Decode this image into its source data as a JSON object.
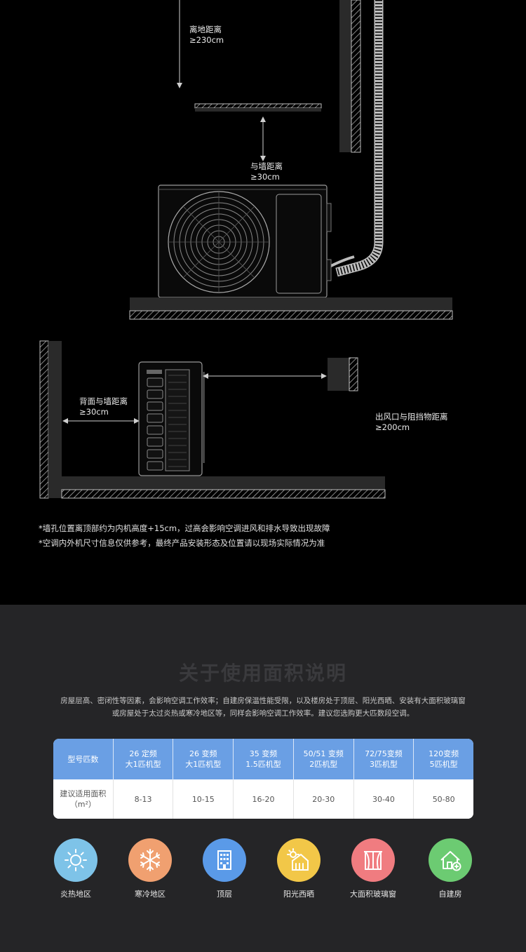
{
  "diagram": {
    "height_limit_label": "离地距离",
    "height_limit_value": "≥230cm",
    "wall_gap_label": "与墙距离",
    "wall_gap_value": "≥30cm",
    "back_gap_label": "背面与墙距离",
    "back_gap_value": "≥30cm",
    "outlet_gap_label": "出风口与阻挡物距离",
    "outlet_gap_value": "≥200cm"
  },
  "notes": [
    "*墙孔位置离顶部约为内机高度+15cm，过高会影响空调进风和排水导致出现故障",
    "*空调内外机尺寸信息仅供参考，最终产品安装形态及位置请以现场实际情况为准"
  ],
  "area_section": {
    "title": "关于使用面积说明",
    "paragraph_line1": "房屋层高、密闭性等因素，会影响空调工作效率；自建房保温性能受限，以及楼房处于顶层、阳光西晒、安装有大面积玻璃窗",
    "paragraph_line2": "或房屋处于太过炎热或寒冷地区等，同样会影响空调工作效率。建议您选购更大匹数段空调。",
    "table": {
      "header_label": "型号匹数",
      "columns": [
        {
          "line1": "26 定频",
          "line2": "大1匹机型"
        },
        {
          "line1": "26 变频",
          "line2": "大1匹机型"
        },
        {
          "line1": "35 变频",
          "line2": "1.5匹机型"
        },
        {
          "line1": "50/51 变频",
          "line2": "2匹机型"
        },
        {
          "line1": "72/75变频",
          "line2": "3匹机型"
        },
        {
          "line1": "120变频",
          "line2": "5匹机型"
        }
      ],
      "row_label_line1": "建议适用面积",
      "row_label_line2": "（m²）",
      "values": [
        "8-13",
        "10-15",
        "16-20",
        "20-30",
        "30-40",
        "50-80"
      ]
    },
    "icons": [
      {
        "label": "炎热地区",
        "color": "#7ec3e8",
        "icon": "sun-icon"
      },
      {
        "label": "寒冷地区",
        "color": "#f0a070",
        "icon": "snowflake-icon"
      },
      {
        "label": "顶层",
        "color": "#5a9ae8",
        "icon": "building-icon"
      },
      {
        "label": "阳光西晒",
        "color": "#f2c748",
        "icon": "sun-house-icon"
      },
      {
        "label": "大面积玻璃窗",
        "color": "#f07c80",
        "icon": "window-curtain-icon"
      },
      {
        "label": "自建房",
        "color": "#6ccb72",
        "icon": "house-plus-icon"
      }
    ]
  }
}
